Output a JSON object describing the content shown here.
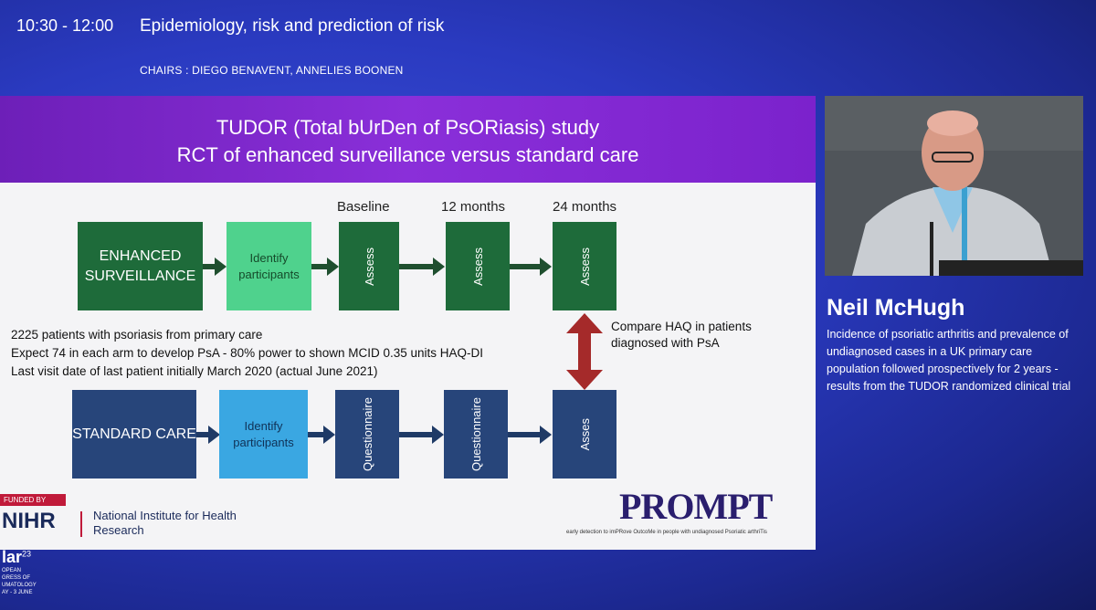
{
  "session": {
    "time": "10:30 - 12:00",
    "title": "Epidemiology, risk and prediction of risk",
    "chairs": "CHAIRS : DIEGO BENAVENT, ANNELIES BOONEN"
  },
  "slide": {
    "title_line1": "TUDOR (Total bUrDen of PsORiasis) study",
    "title_line2": "RCT of enhanced surveillance versus standard care",
    "columns": [
      "Baseline",
      "12 months",
      "24 months"
    ],
    "enhanced": {
      "label": "ENHANCED SURVEILLANCE",
      "identify": "Identify participants",
      "steps": [
        "Assess",
        "Assess",
        "Assess"
      ]
    },
    "standard": {
      "label": "STANDARD CARE",
      "identify": "Identify participants",
      "steps": [
        "Questionnaire",
        "Questionnaire",
        "Asses"
      ]
    },
    "notes": [
      "2225 patients with psoriasis from primary care",
      "Expect 74 in each arm to develop PsA - 80% power to shown MCID 0.35 units HAQ-DI",
      "Last visit date of last patient initially March 2020 (actual June 2021)"
    ],
    "compare_text": "Compare HAQ in patients diagnosed with PsA",
    "funded_by": "FUNDED BY",
    "nihr_logo": "NIHR",
    "nihr_name": "National Institute for Health Research",
    "prompt_logo": "PROMPT",
    "prompt_sub": "early detection to imPRove OutcoMe in people with undiagnosed Psoriatic arthriTis",
    "colors": {
      "header": "#7b22cc",
      "green_dark": "#1e6b3a",
      "green_light": "#4fd28d",
      "blue_dark": "#27457a",
      "blue_light": "#3aa7e2",
      "compare_arrow": "#a52a2a"
    }
  },
  "speaker": {
    "name": "Neil McHugh",
    "description": "Incidence of psoriatic arthritis and prevalence of undiagnosed cases in a UK primary care population followed prospectively for 2 years - results from the TUDOR randomized clinical trial"
  },
  "congress": {
    "logo_text": "lar",
    "logo_sup": "23",
    "lines": [
      "OPEAN",
      "GRESS OF",
      "UMATOLOGY",
      "AY - 3 JUNE"
    ]
  }
}
